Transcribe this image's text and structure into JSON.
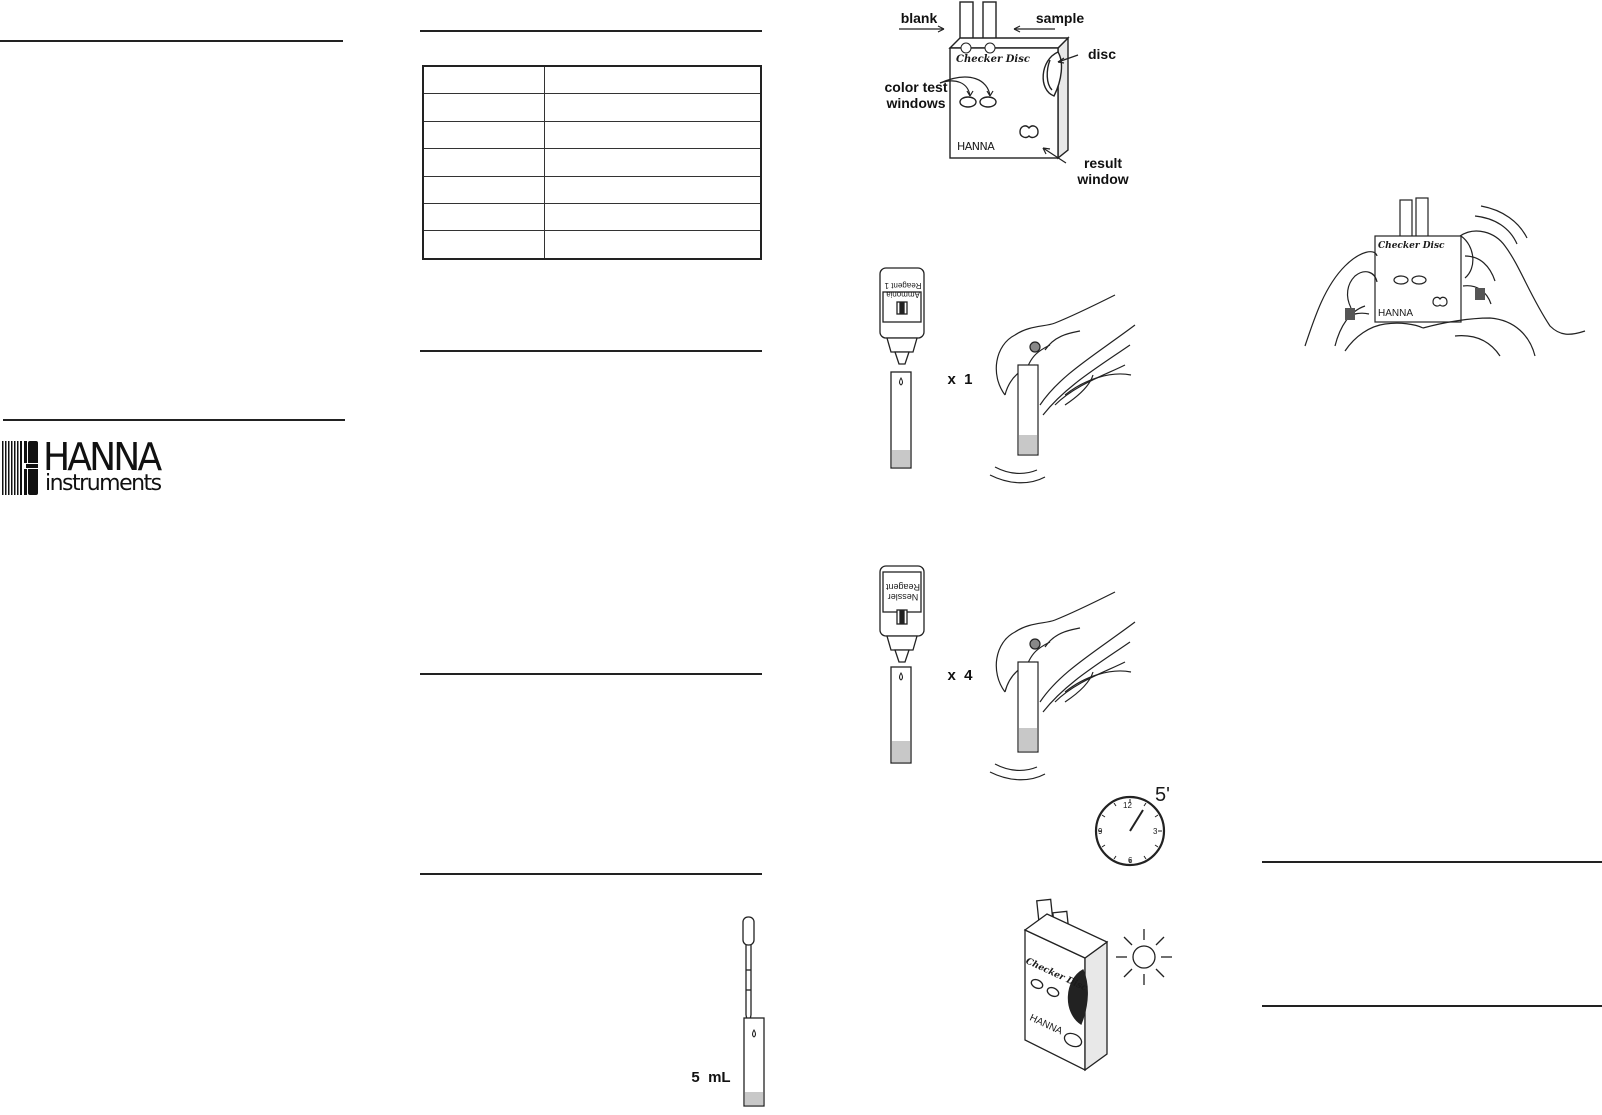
{
  "brand": {
    "name": "HANNA",
    "sub": "instruments"
  },
  "spec_table": {
    "rows": 7,
    "cols": 2
  },
  "device_diagram": {
    "blank": "blank",
    "sample": "sample",
    "disc": "disc",
    "color_windows_line1": "color test",
    "color_windows_line2": "windows",
    "result_line1": "result",
    "result_line2": "window",
    "device_title": "Checker Disc",
    "device_brand": "HANNA"
  },
  "steps": {
    "reagent1_bottle_line1": "Ammonia",
    "reagent1_bottle_line2": "Reagent 1",
    "reagent1_drops": "x  1",
    "reagent2_bottle_line1": "Nessler",
    "reagent2_bottle_line2": "Reagent",
    "reagent2_drops": "x  4",
    "timer": "5'",
    "timer_12": "12",
    "timer_3": "3",
    "timer_6": "6",
    "timer_9": "9",
    "volume": "5  mL",
    "device_title": "Checker Disc",
    "device_brand": "HANNA"
  },
  "colors": {
    "ink": "#222222",
    "liquid": "#c8c8c8"
  }
}
